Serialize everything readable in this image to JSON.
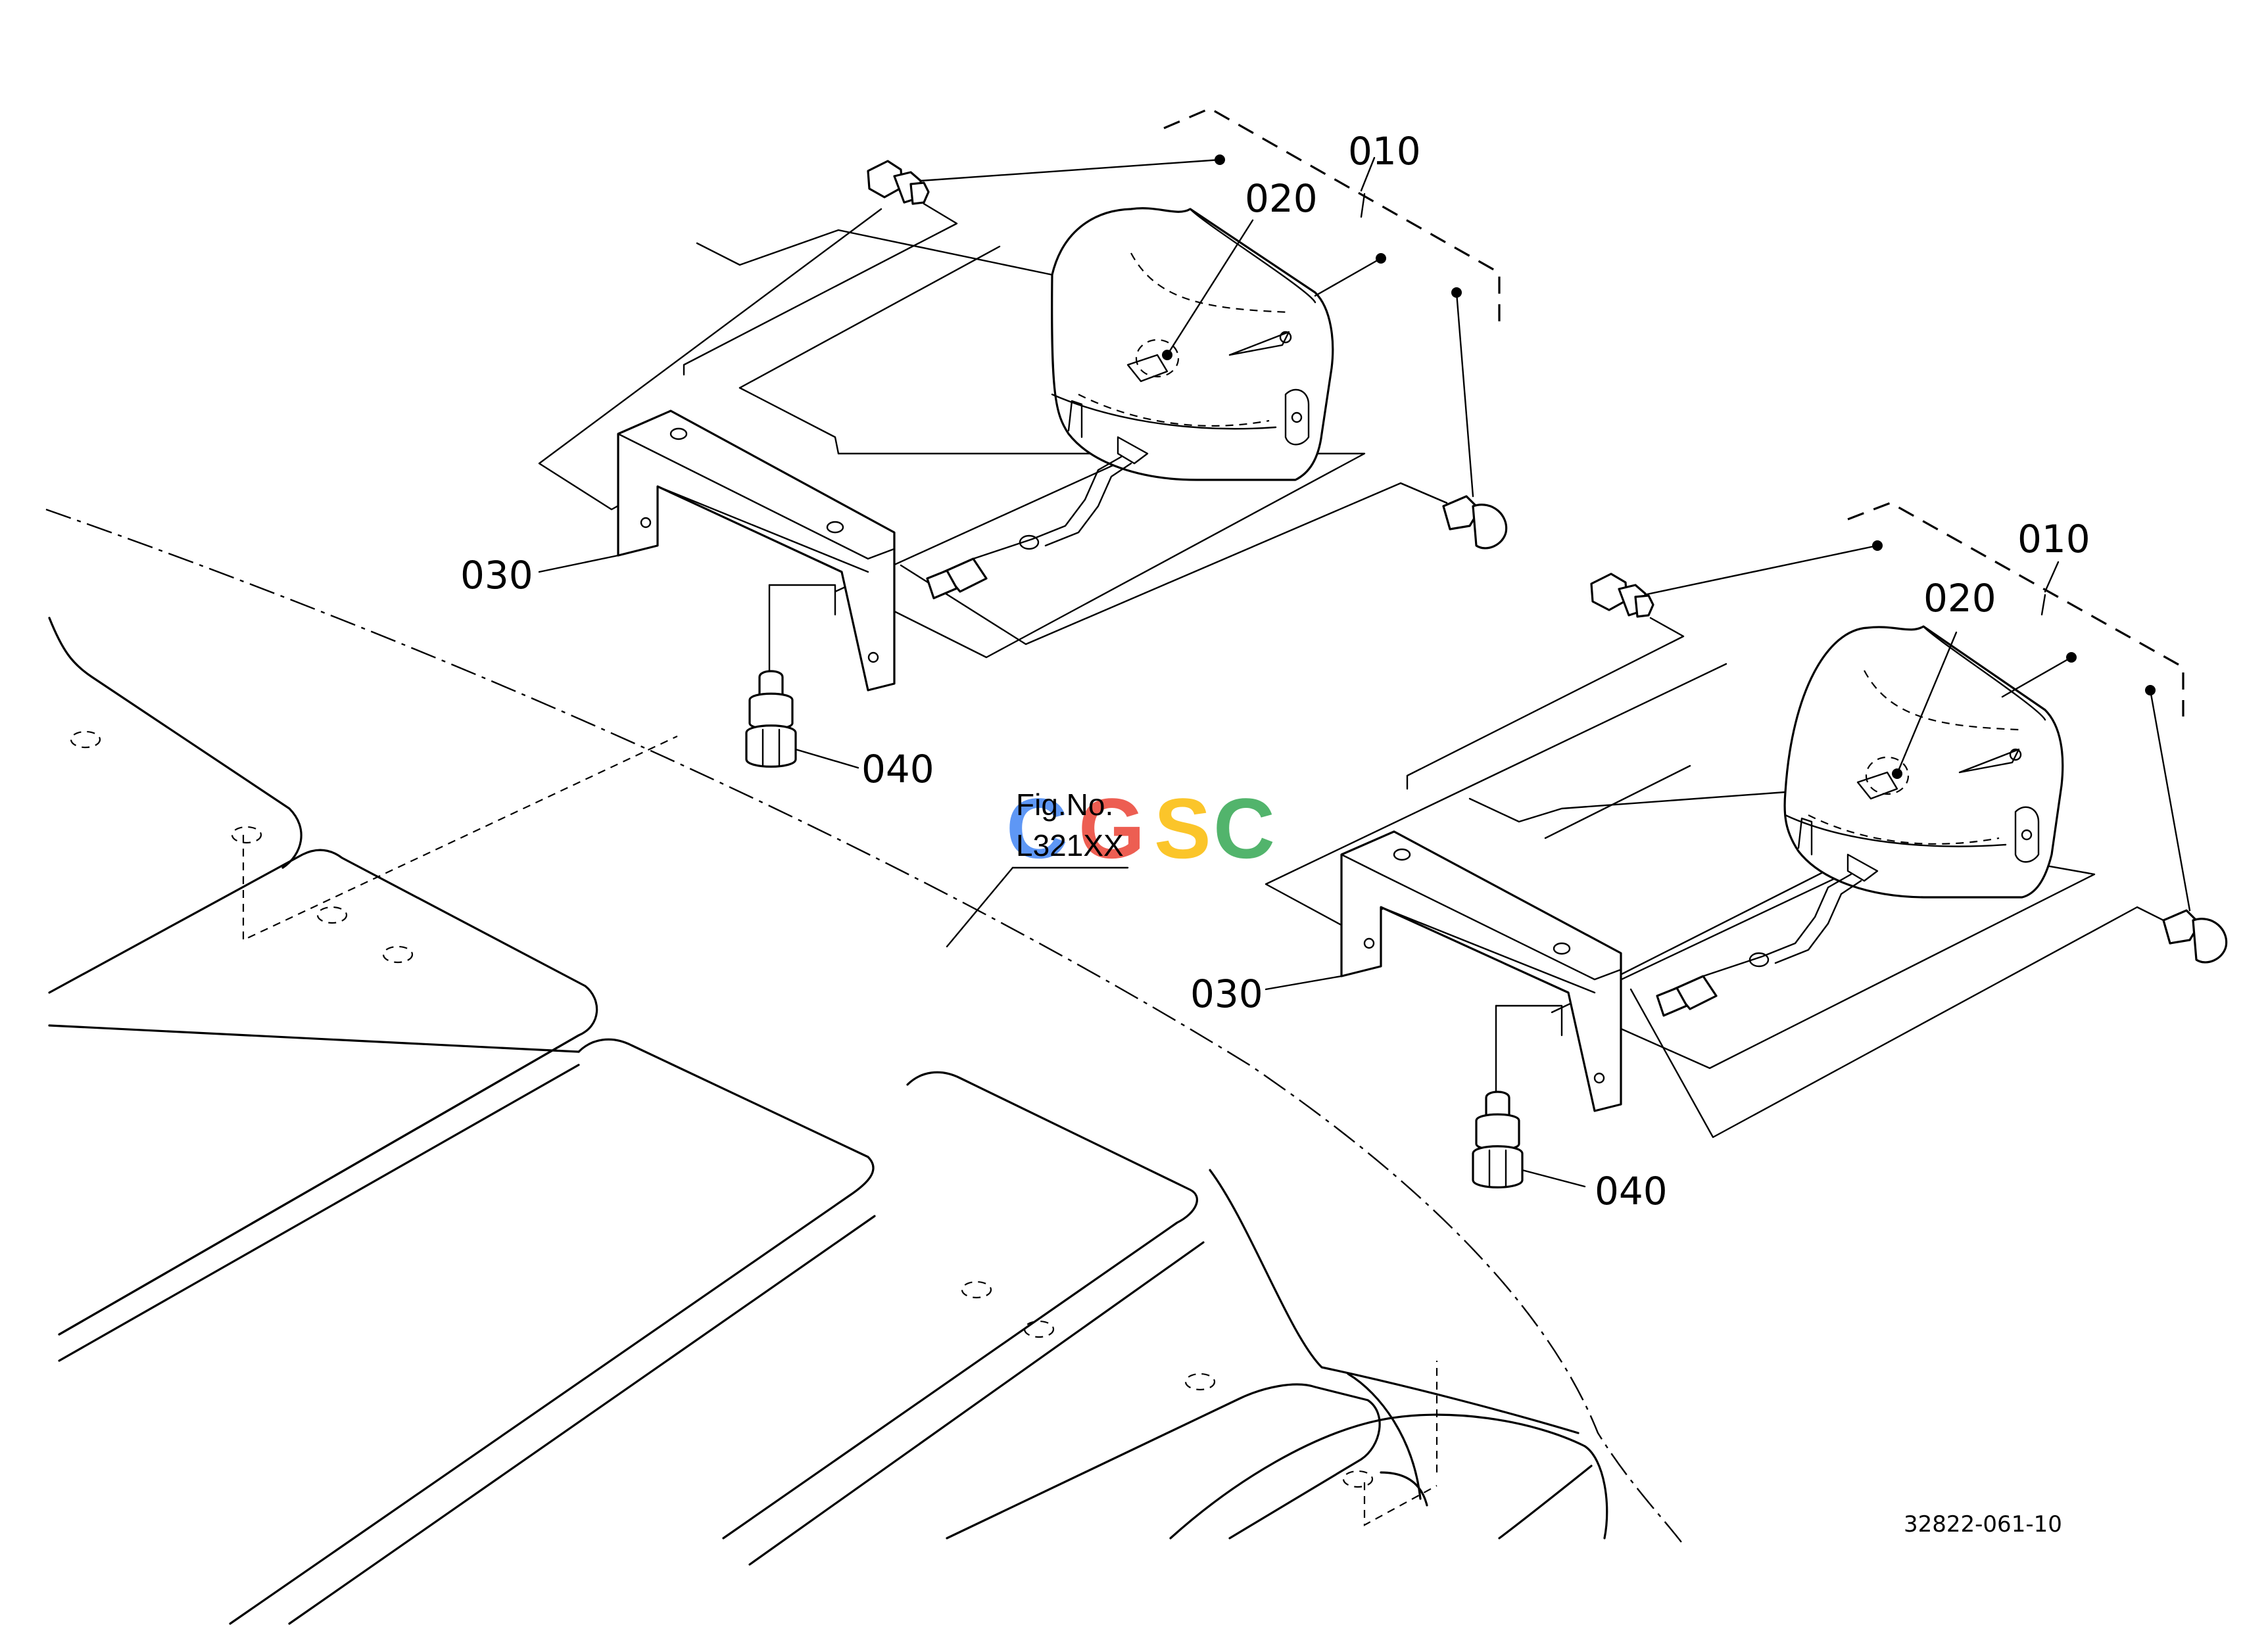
{
  "labels": {
    "left": {
      "part_010": "010",
      "part_020": "020",
      "part_030": "030",
      "part_040": "040"
    },
    "right": {
      "part_010": "010",
      "part_020": "020",
      "part_030": "030",
      "part_040": "040"
    }
  },
  "figure": {
    "line1": "Fig.No.",
    "line2": "L321XX"
  },
  "drawing_number": "32822-061-10",
  "watermark": {
    "letters": [
      "C",
      "G",
      "S",
      "C"
    ],
    "colors": [
      "#4285F4",
      "#EA4335",
      "#FBBC05",
      "#34A853"
    ]
  },
  "colors": {
    "line": "#000000",
    "background": "#FFFFFF"
  }
}
